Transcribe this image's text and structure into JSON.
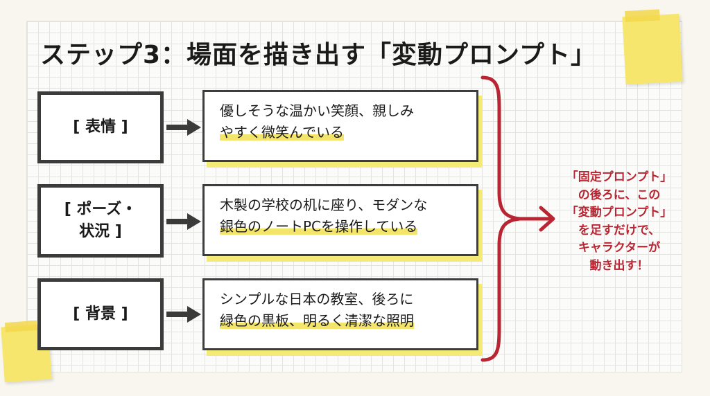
{
  "title": "ステップ3：場面を描き出す「変動プロンプト」",
  "rows": [
    {
      "label": "[ 表情 ]",
      "lines": [
        "優しそうな温かい笑顔、親しみ",
        "やすく微笑んでいる"
      ]
    },
    {
      "label": "[ ポーズ・\n状況 ]",
      "lines": [
        "木製の学校の机に座り、モダンな",
        "銀色のノートPCを操作している"
      ]
    },
    {
      "label": "[ 背景 ]",
      "lines": [
        "シンプルな日本の教室、後ろに",
        "緑色の黒板、明るく清潔な照明"
      ]
    }
  ],
  "note": {
    "lines": [
      "「固定プロンプト」",
      "の後ろに、この",
      "「変動プロンプト」",
      "を足すだけで、",
      "キャラクターが",
      "動き出す！"
    ]
  },
  "colors": {
    "accent_red": "#b92532",
    "box_border": "#3b3b3b",
    "highlight_yellow": "#f3e46c",
    "sticky_yellow": "#f7e66e"
  }
}
